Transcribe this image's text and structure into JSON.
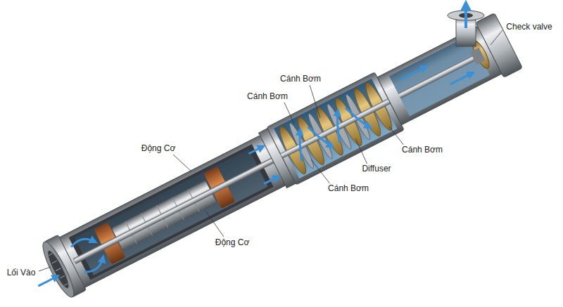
{
  "diagram": {
    "labels": [
      "Check valve",
      "Cánh Bơm",
      "Cánh Bơm",
      "Động Cơ",
      "Cánh Bơm",
      "Diffuser",
      "Cánh Bơm",
      "Động Cơ",
      "Lối Vào"
    ]
  }
}
